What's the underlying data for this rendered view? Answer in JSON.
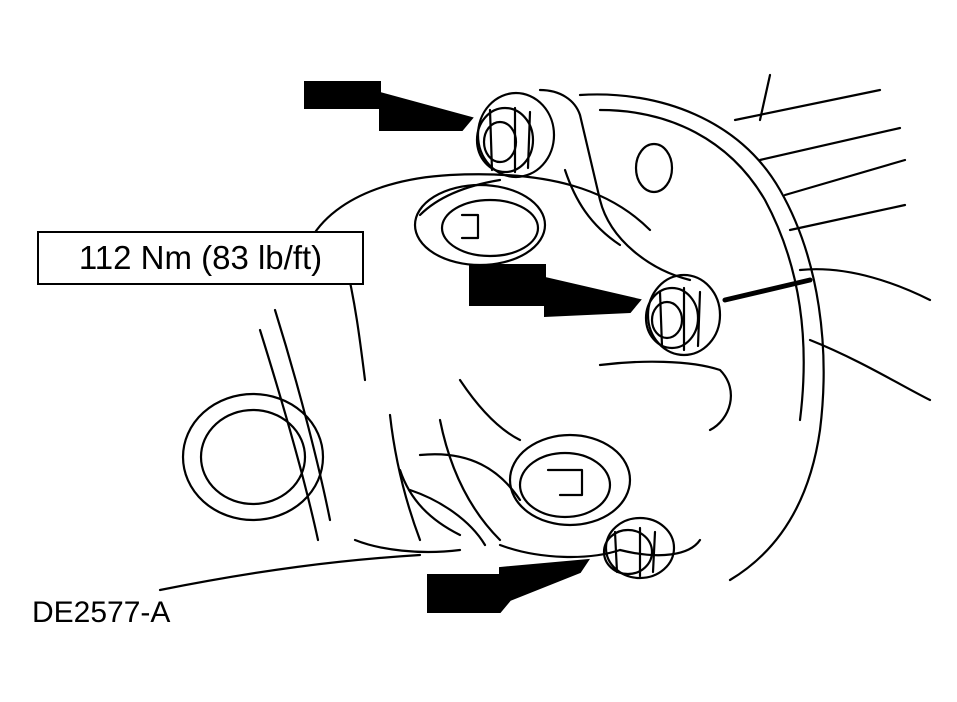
{
  "torque_callout": "112 Nm (83 lb/ft)",
  "figure_id": "DE2577-A",
  "illustration": {
    "subject": "driveshaft flange yoke with three retaining bolts",
    "arrow_count": 3
  }
}
